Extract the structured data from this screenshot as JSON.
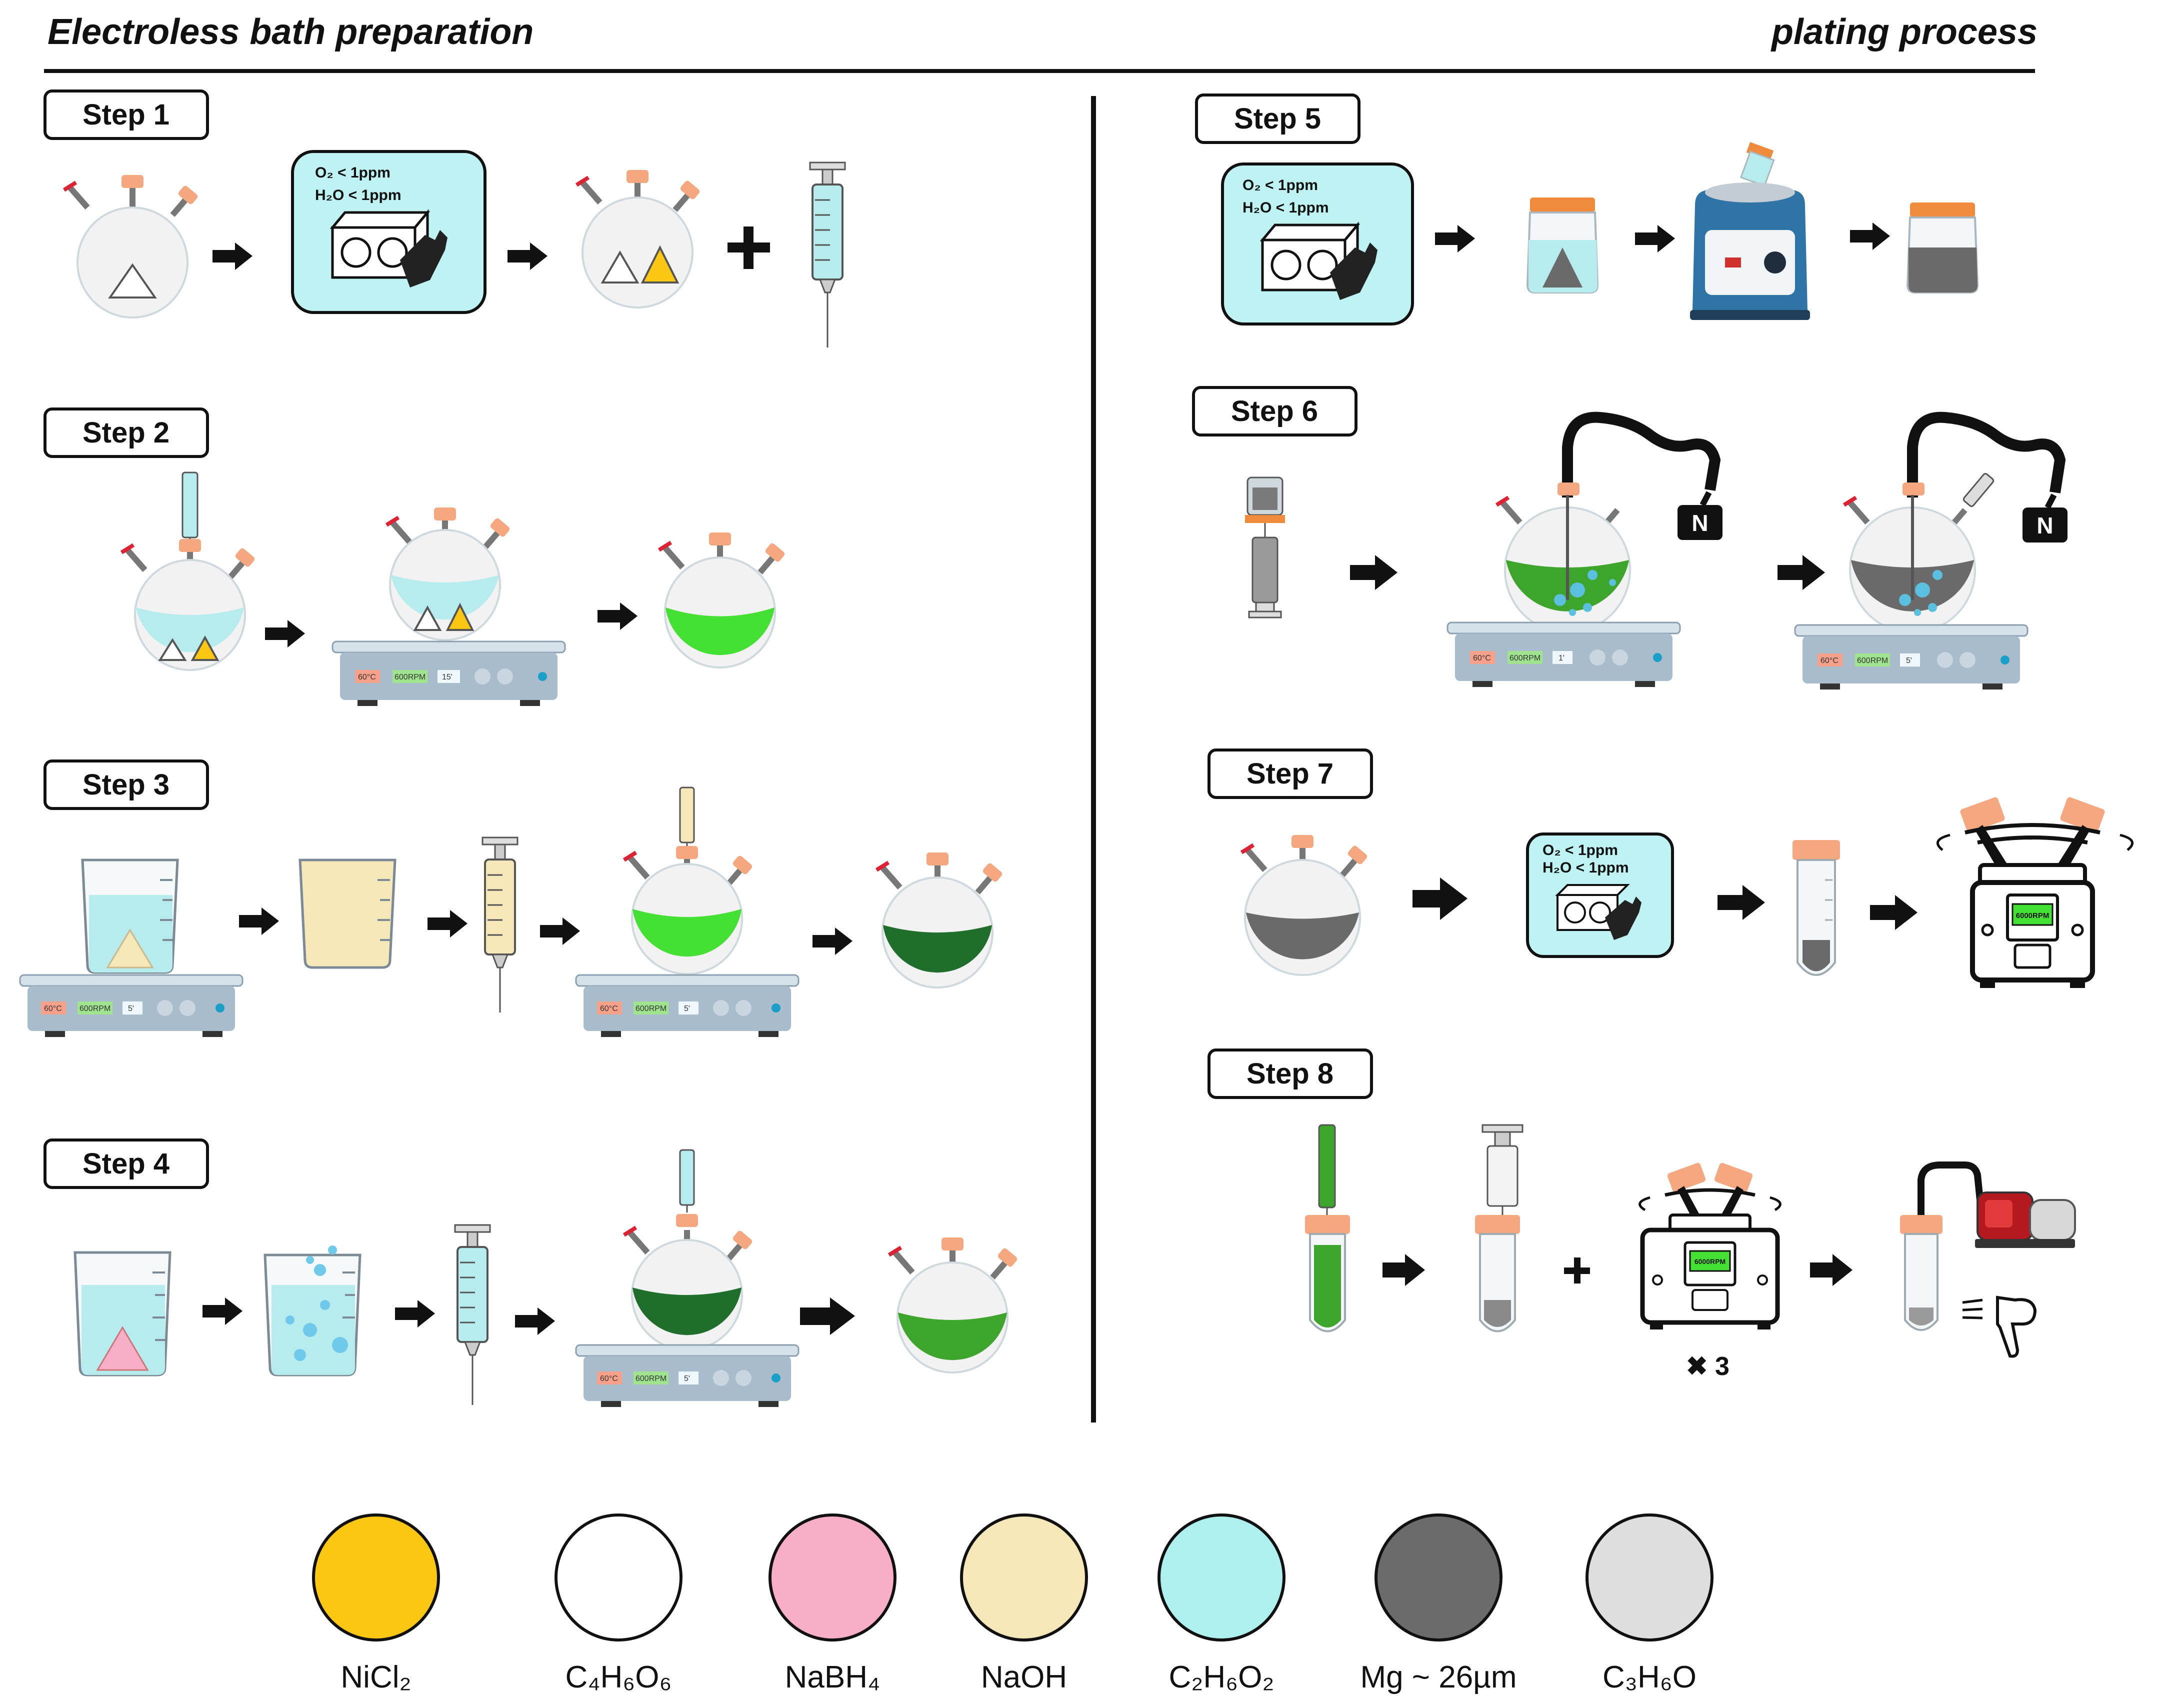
{
  "header": {
    "left_title": "Electroless bath preparation",
    "right_title": "plating process"
  },
  "steps": [
    {
      "label": "Step 1"
    },
    {
      "label": "Step 2"
    },
    {
      "label": "Step 3"
    },
    {
      "label": "Step 4"
    },
    {
      "label": "Step 5"
    },
    {
      "label": "Step 6"
    },
    {
      "label": "Step 7"
    },
    {
      "label": "Step 8"
    }
  ],
  "glovebox": {
    "o2": "O₂   < 1ppm",
    "h2o": "H₂O < 1ppm"
  },
  "hotplate": {
    "temp": "60°C",
    "rpm": "600RPM",
    "times": [
      "15'",
      "5'",
      "5'",
      "1'",
      "5'"
    ]
  },
  "centrifuge": {
    "display": "6000RPM"
  },
  "misc": {
    "repeat": "✖ 3",
    "node_label": "N"
  },
  "legend": [
    {
      "label": "NiCl₂",
      "color": "#fcc712"
    },
    {
      "label": "C₄H₆O₆",
      "color": "#ffffff"
    },
    {
      "label": "NaBH₄",
      "color": "#f9aec8"
    },
    {
      "label": "NaOH",
      "color": "#f6e7b9"
    },
    {
      "label": "C₂H₆O₂",
      "color": "#aef0ee"
    },
    {
      "label": "Mg ~ 26µm",
      "color": "#6b6b6b"
    },
    {
      "label": "C₃H₆O",
      "color": "#dedede"
    }
  ],
  "colors": {
    "glovebox_fill": "#bff3f3",
    "bright_green": "#44e034",
    "dark_green": "#1f6e2c",
    "mid_green": "#3ea52c",
    "grey_solution": "#6a6a6a",
    "cyan_liquid": "#b6ecee",
    "pale_yellow": "#f6e7b9",
    "cap_orange": "#f5a77f",
    "hotplate_top": "#d6e2ea",
    "hotplate_body": "#a9bccc"
  }
}
